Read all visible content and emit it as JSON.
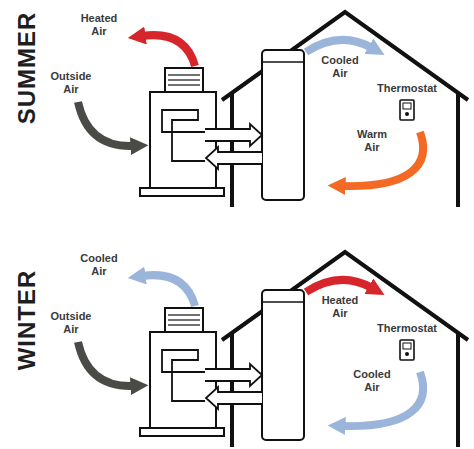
{
  "diagram": {
    "labels": [
      "SUMMER",
      "Heated Air",
      "Outside Air",
      "Cooled Air",
      "Thermostat",
      "Warm Air",
      "WINTER",
      "Cooled Air",
      "Outside Air",
      "Heated Air",
      "Thermostat",
      "Cooled Air"
    ]
  }
}
